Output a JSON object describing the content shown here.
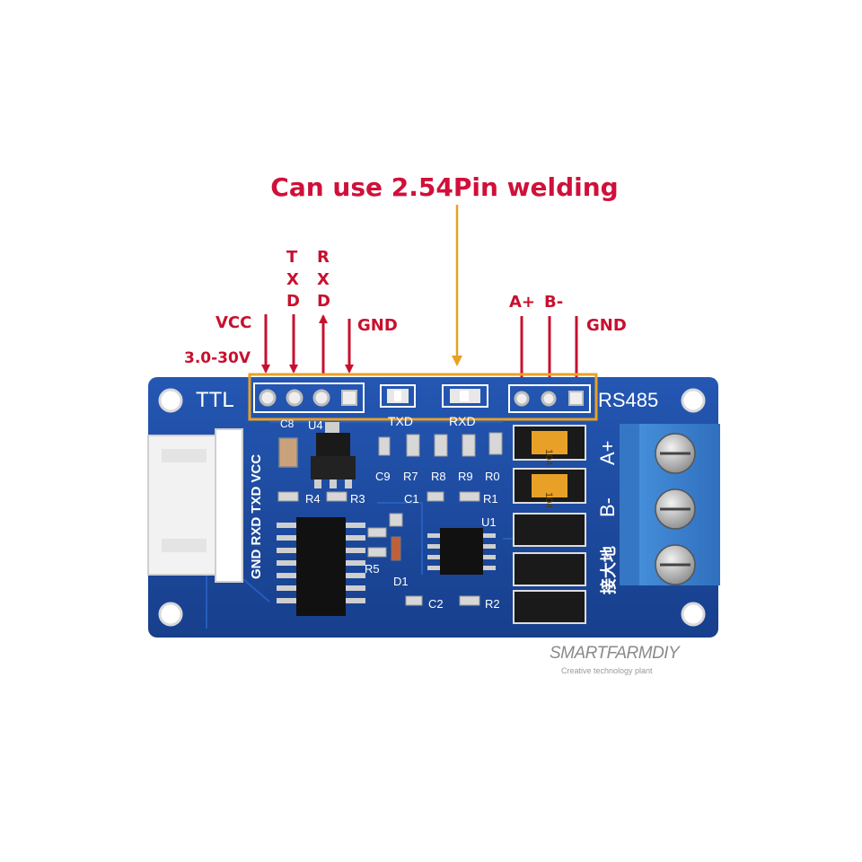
{
  "headline": "Can use 2.54Pin welding",
  "pin_labels": {
    "vcc": "VCC",
    "voltage": "3.0-30V",
    "txd": [
      "T",
      "X",
      "D"
    ],
    "rxd": [
      "R",
      "X",
      "D"
    ],
    "gnd_left": "GND",
    "a_plus": "A+",
    "b_minus": "B-",
    "gnd_right": "GND"
  },
  "board": {
    "ttl_label": "TTL",
    "rs485_label": "RS485",
    "txd_led": "TXD",
    "rxd_led": "RXD",
    "side_pins": "GND RXD TXD VCC",
    "terminal_a": "A+",
    "terminal_b": "B-",
    "terminal_gnd": "接大地",
    "parts": {
      "c8": "C8",
      "u4": "U4",
      "c9": "C9",
      "r7": "R7",
      "r8": "R8",
      "r9": "R9",
      "r0": "R0",
      "r4": "R4",
      "r3": "R3",
      "c1": "C1",
      "r1": "R1",
      "u1": "U1",
      "r5": "R5",
      "d1": "D1",
      "c2": "C2",
      "r2": "R2",
      "cap1": "104",
      "cap2": "104"
    }
  },
  "watermark": {
    "brand": "SMARTFARMDIY",
    "tagline": "Creative technology plant"
  },
  "colors": {
    "annotation": "#c8102e",
    "highlight_box": "#e8a126",
    "pcb": "#1f4fa6",
    "terminal": "#3d86d6"
  }
}
